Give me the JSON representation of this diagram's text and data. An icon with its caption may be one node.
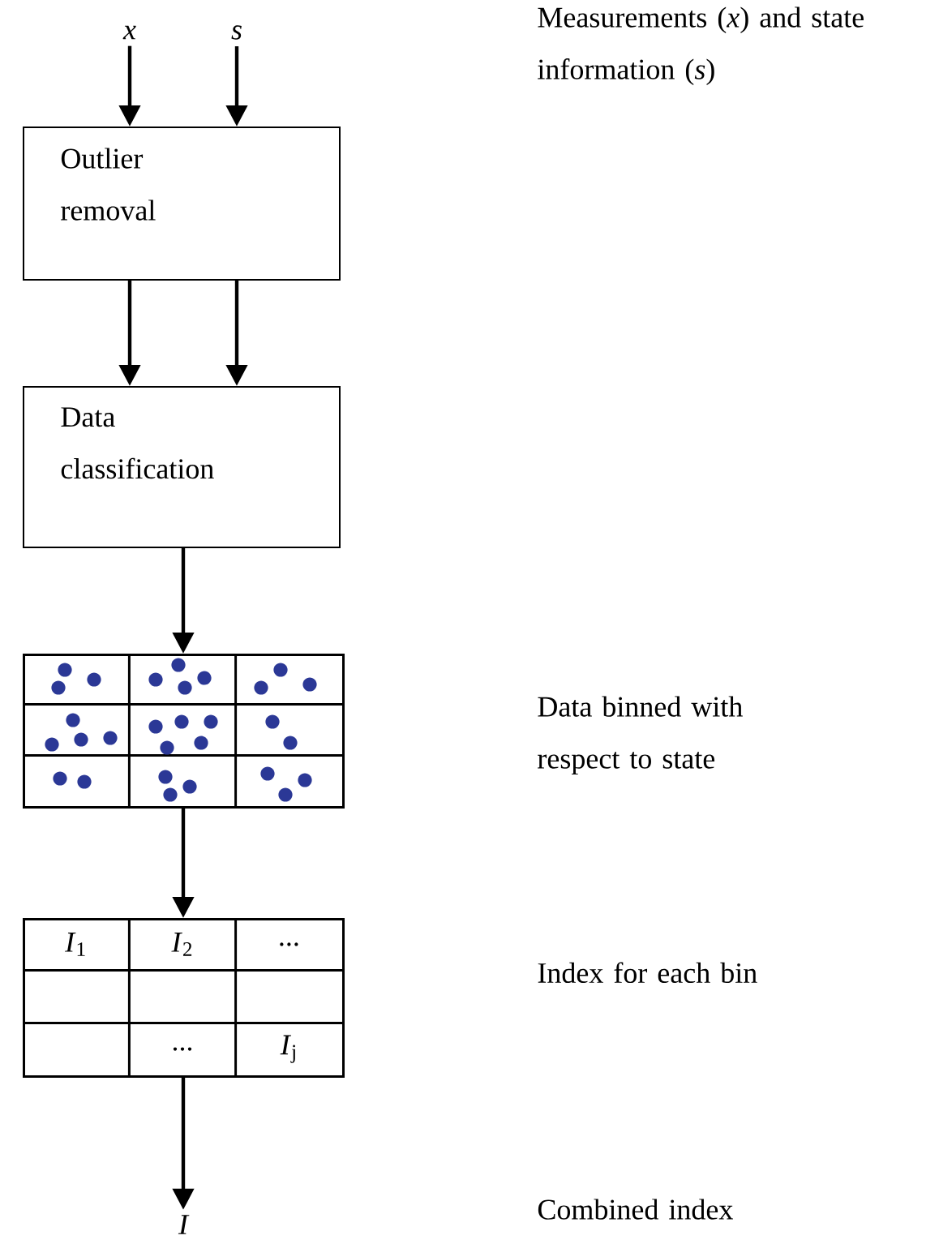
{
  "diagram": {
    "nodes": [
      {
        "text": [
          "x"
        ]
      },
      {
        "text": [
          "s"
        ]
      },
      {
        "text": [
          "Outlier removal"
        ]
      },
      {
        "text": [
          "Data classification"
        ]
      },
      {
        "text": [],
        "shape": "box"
      },
      {
        "text": [
          "*I*$_{1}$",
          "*I*$_{2}$",
          "...",
          "...",
          "*I*$_{j}$"
        ]
      },
      {
        "text": [
          "I"
        ]
      }
    ],
    "edges": [
      {
        "from": 0,
        "to": 2,
        "arrow": "to"
      },
      {
        "from": 1,
        "to": 2,
        "arrow": "to"
      },
      {
        "from": 2,
        "to": 3,
        "arrow": "to"
      },
      {
        "from": 2,
        "to": 3,
        "arrow": "to"
      },
      {
        "from": 3,
        "to": 4,
        "arrow": "to"
      },
      {
        "from": 4,
        "to": 5,
        "arrow": "to"
      },
      {
        "from": 5,
        "to": 6,
        "arrow": "to"
      }
    ],
    "labels": [
      "Measurements (*x*) and state information (*s*)",
      "Data binned with respect to state",
      "Index for each bin",
      "Combined index"
    ]
  }
}
